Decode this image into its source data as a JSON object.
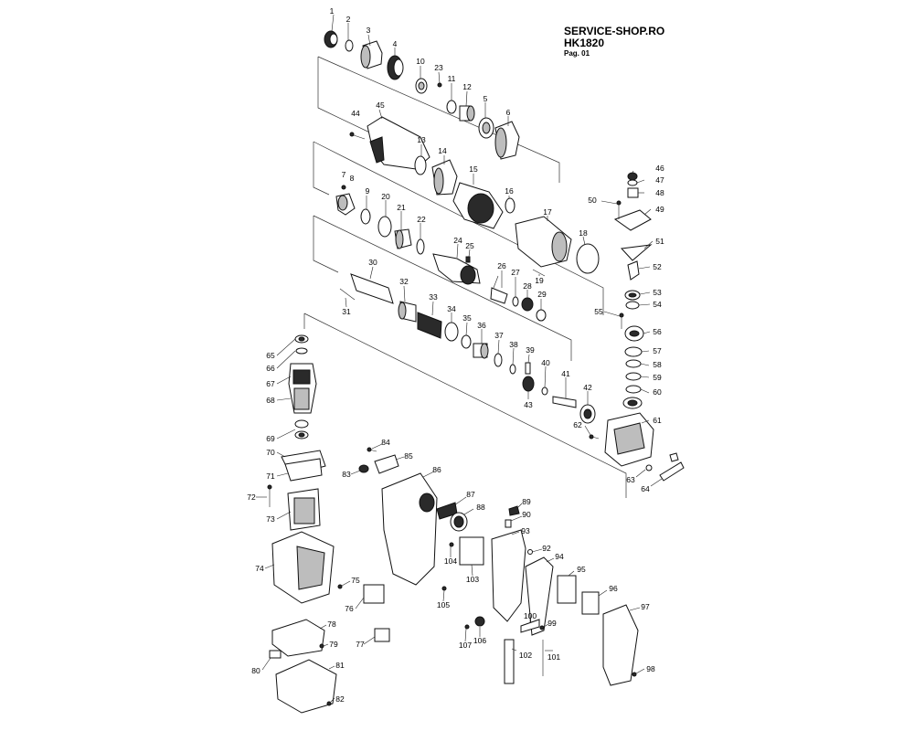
{
  "header": {
    "shop": "SERVICE-SHOP.RO",
    "model": "HK1820",
    "page": "Pag. 01"
  },
  "parts": [
    {
      "n": "1"
    },
    {
      "n": "2"
    },
    {
      "n": "3"
    },
    {
      "n": "4"
    },
    {
      "n": "5"
    },
    {
      "n": "6"
    },
    {
      "n": "7"
    },
    {
      "n": "8"
    },
    {
      "n": "9"
    },
    {
      "n": "10"
    },
    {
      "n": "11"
    },
    {
      "n": "12"
    },
    {
      "n": "13"
    },
    {
      "n": "14"
    },
    {
      "n": "15"
    },
    {
      "n": "16"
    },
    {
      "n": "17"
    },
    {
      "n": "18"
    },
    {
      "n": "19"
    },
    {
      "n": "20"
    },
    {
      "n": "21"
    },
    {
      "n": "22"
    },
    {
      "n": "23"
    },
    {
      "n": "24"
    },
    {
      "n": "25"
    },
    {
      "n": "26"
    },
    {
      "n": "27"
    },
    {
      "n": "28"
    },
    {
      "n": "29"
    },
    {
      "n": "30"
    },
    {
      "n": "31"
    },
    {
      "n": "32"
    },
    {
      "n": "33"
    },
    {
      "n": "34"
    },
    {
      "n": "35"
    },
    {
      "n": "36"
    },
    {
      "n": "37"
    },
    {
      "n": "38"
    },
    {
      "n": "39"
    },
    {
      "n": "40"
    },
    {
      "n": "41"
    },
    {
      "n": "42"
    },
    {
      "n": "43"
    },
    {
      "n": "44"
    },
    {
      "n": "45"
    },
    {
      "n": "46"
    },
    {
      "n": "47"
    },
    {
      "n": "48"
    },
    {
      "n": "49"
    },
    {
      "n": "50"
    },
    {
      "n": "51"
    },
    {
      "n": "52"
    },
    {
      "n": "53"
    },
    {
      "n": "54"
    },
    {
      "n": "55"
    },
    {
      "n": "56"
    },
    {
      "n": "57"
    },
    {
      "n": "58"
    },
    {
      "n": "59"
    },
    {
      "n": "60"
    },
    {
      "n": "61"
    },
    {
      "n": "62"
    },
    {
      "n": "63"
    },
    {
      "n": "64"
    },
    {
      "n": "65"
    },
    {
      "n": "66"
    },
    {
      "n": "67"
    },
    {
      "n": "68"
    },
    {
      "n": "69"
    },
    {
      "n": "70"
    },
    {
      "n": "71"
    },
    {
      "n": "72"
    },
    {
      "n": "73"
    },
    {
      "n": "74"
    },
    {
      "n": "75"
    },
    {
      "n": "76"
    },
    {
      "n": "77"
    },
    {
      "n": "78"
    },
    {
      "n": "79"
    },
    {
      "n": "80"
    },
    {
      "n": "81"
    },
    {
      "n": "82"
    },
    {
      "n": "83"
    },
    {
      "n": "84"
    },
    {
      "n": "85"
    },
    {
      "n": "86"
    },
    {
      "n": "87"
    },
    {
      "n": "88"
    },
    {
      "n": "89"
    },
    {
      "n": "90"
    },
    {
      "n": "92"
    },
    {
      "n": "93"
    },
    {
      "n": "94"
    },
    {
      "n": "95"
    },
    {
      "n": "96"
    },
    {
      "n": "97"
    },
    {
      "n": "98"
    },
    {
      "n": "99"
    },
    {
      "n": "100"
    },
    {
      "n": "101"
    },
    {
      "n": "102"
    },
    {
      "n": "103"
    },
    {
      "n": "104"
    },
    {
      "n": "105"
    },
    {
      "n": "106"
    },
    {
      "n": "107"
    }
  ]
}
